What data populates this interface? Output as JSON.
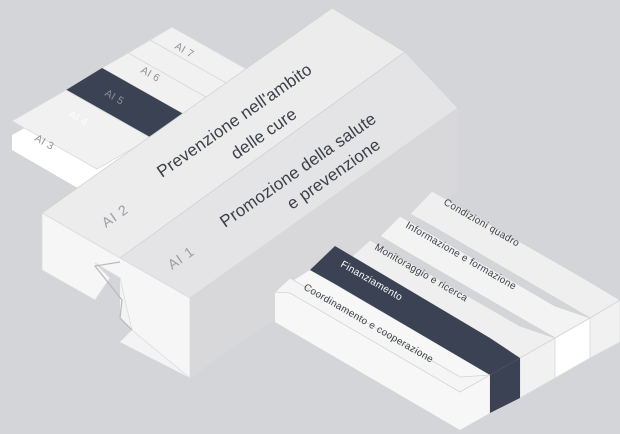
{
  "colors": {
    "background": "#d4d5d8",
    "accent_dark": "#3a4254",
    "block_top": "#eeeeef",
    "block_side_light": "#ffffff",
    "block_side_mid": "#dcdcde",
    "text_main": "#3a3f48",
    "text_muted": "#8d9096"
  },
  "left_stack": {
    "items": [
      {
        "label": "AI 7",
        "active": false
      },
      {
        "label": "AI 6",
        "active": false
      },
      {
        "label": "AI 5",
        "active": false
      },
      {
        "label": "AI 4",
        "active": true
      },
      {
        "label": "AI 3",
        "active": false
      }
    ]
  },
  "main_block": {
    "axes": [
      {
        "tab": "AI 2",
        "title_line1": "Prevenzione nell'ambito",
        "title_line2": "delle cure"
      },
      {
        "tab": "AI 1",
        "title_line1": "Promozione della salute",
        "title_line2": "e prevenzione"
      }
    ]
  },
  "right_stack": {
    "items": [
      {
        "label": "Condizioni quadro",
        "active": false
      },
      {
        "label": "Informazione e formazione",
        "active": false
      },
      {
        "label": "Monitoraggio e ricerca",
        "active": false
      },
      {
        "label": "Finanziamento",
        "active": true
      },
      {
        "label": "Coordinamento e cooperazione",
        "active": false
      }
    ]
  }
}
